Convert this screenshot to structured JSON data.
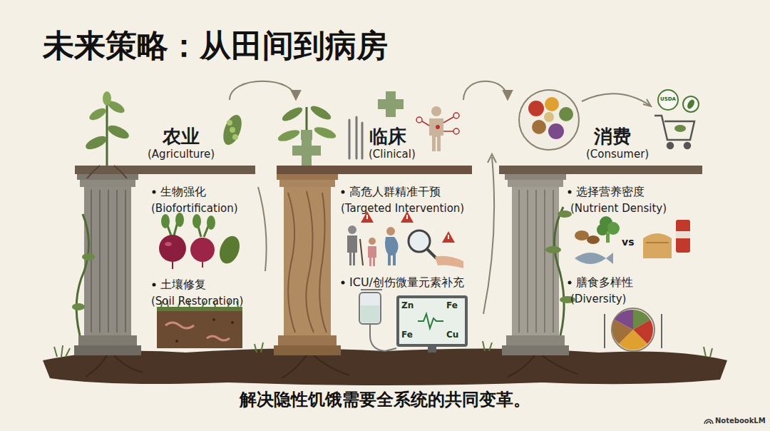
{
  "diagram": {
    "title": "未来策略：从田间到病房",
    "caption": "解决隐性饥饿需要全系统的共同变革。",
    "nodes": [
      {
        "text": [
          "农业",
          "(Agriculture)",
          "生物强化",
          "(Biofortification)",
          "土壤修复",
          "(Soil Restoration)"
        ]
      },
      {
        "text": [
          "临床",
          "(Clinical)",
          "高危人群精准干预",
          "(Targeted Intervention)",
          "ICU/创伤微量元素补充"
        ]
      },
      {
        "text": [
          "消费",
          "(Consumer)",
          "选择营养密度",
          "(Nutrient Density)",
          "膳食多样性",
          "(Diversity)"
        ]
      }
    ],
    "edges": [
      {
        "from": 0,
        "to": 1,
        "arrow": "to"
      },
      {
        "from": 1,
        "to": 2,
        "arrow": "to"
      }
    ],
    "labels": [
      "Zn",
      "Fe",
      "Fe",
      "Cu",
      "vs",
      "USDA",
      "NotebookLM"
    ]
  }
}
